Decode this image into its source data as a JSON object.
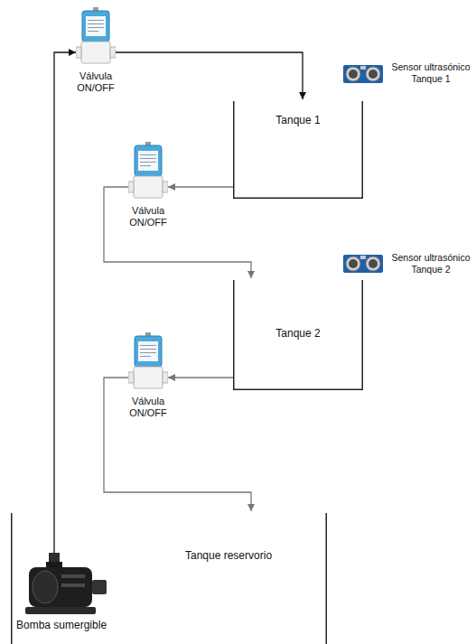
{
  "diagram": {
    "nodes": [
      {
        "text": [
          "Válvula ON/OFF"
        ]
      },
      {
        "text": [
          "Tanque 1"
        ]
      },
      {
        "text": [
          "Válvula ON/OFF"
        ]
      },
      {
        "text": [
          "Tanque 2"
        ]
      },
      {
        "text": [
          "Válvula ON/OFF"
        ]
      },
      {
        "text": [
          "Tanque reservorio"
        ]
      },
      {
        "text": [
          "Bomba sumergible"
        ],
        "in": 5
      }
    ],
    "edges": [
      {
        "from": 6,
        "to": 0,
        "arrow": "to"
      },
      {
        "from": 0,
        "to": 1,
        "arrow": "to"
      },
      {
        "from": 1,
        "to": 2,
        "arrow": "to"
      },
      {
        "from": 2,
        "to": 3,
        "arrow": "to"
      },
      {
        "from": 3,
        "to": 4,
        "arrow": "to"
      },
      {
        "from": 4,
        "to": 5,
        "arrow": "to"
      }
    ],
    "labels": [
      "Sensor ultrasónico Tanque 1",
      "Sensor ultrasónico Tanque 2"
    ]
  }
}
